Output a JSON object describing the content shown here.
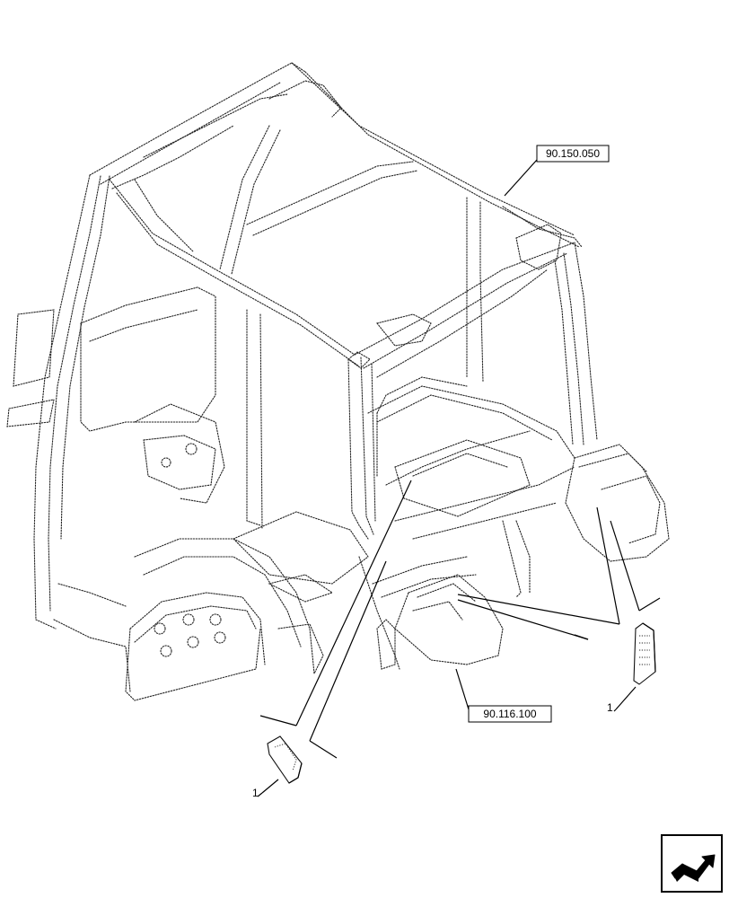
{
  "references": {
    "upper": "90.150.050",
    "lower": "90.116.100"
  },
  "callouts": {
    "right_item": "1",
    "left_item": "1"
  },
  "icons": {
    "navigation": "next-page-arrow-icon"
  }
}
